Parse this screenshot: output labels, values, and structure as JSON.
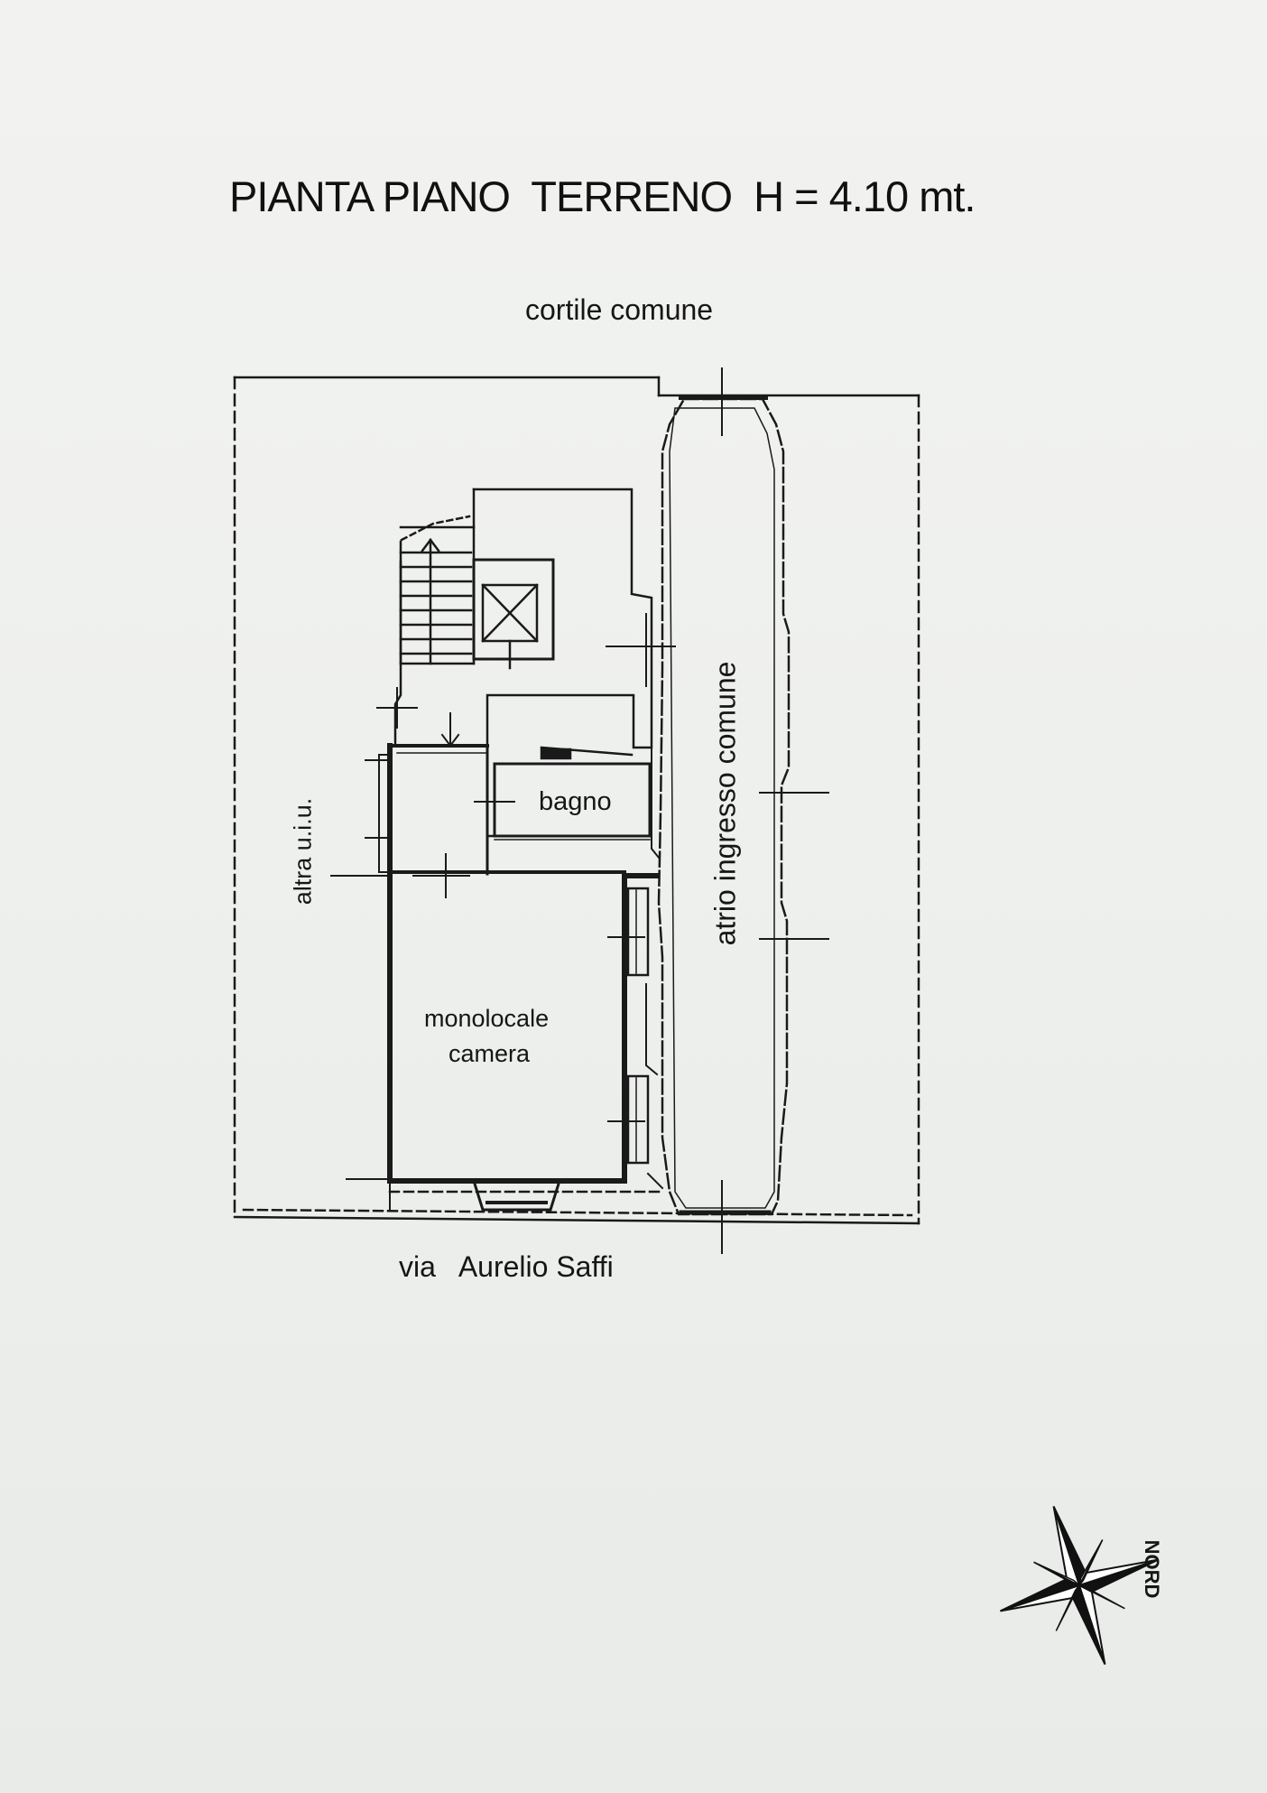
{
  "title": "PIANTA PIANO  TERRENO  H = 4.10 mt.",
  "labels": {
    "courtyard": "cortile comune",
    "street": "via   Aurelio Saffi",
    "other_unit": "altra u.i.u.",
    "entrance_hall": "atrio ingresso comune",
    "bathroom": "bagno",
    "room_line1": "monolocale",
    "room_line2": "camera"
  },
  "compass": {
    "label": "NORD",
    "icon": "compass-rose-icon"
  }
}
